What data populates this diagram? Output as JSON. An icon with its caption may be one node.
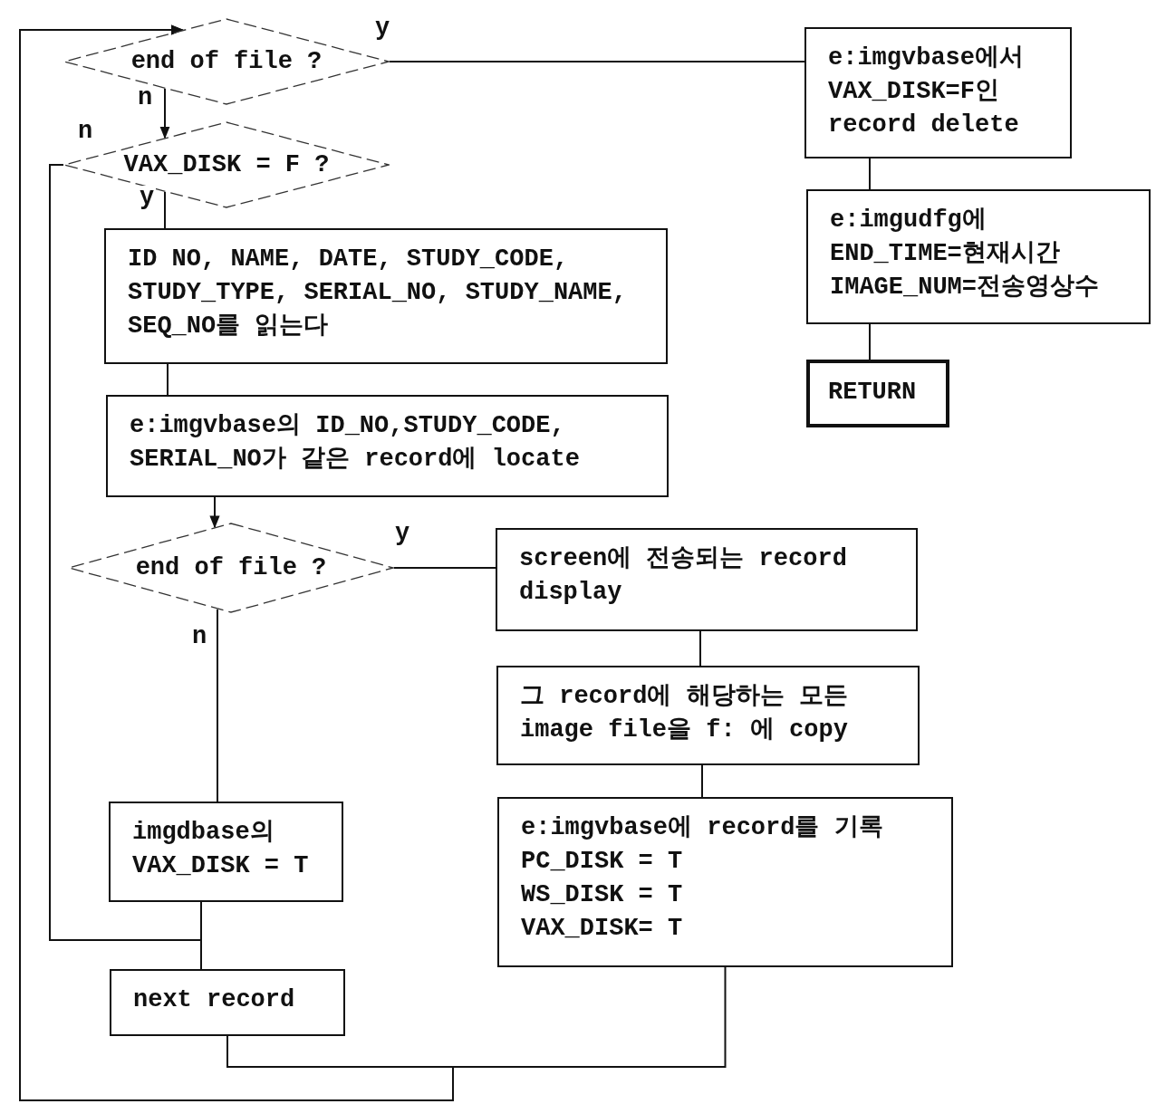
{
  "diagram": {
    "nodes": [
      {
        "text": [
          "end of file ?"
        ]
      },
      {
        "text": [
          "VAX_DISK = F ?"
        ]
      },
      {
        "text": [
          "ID NO, NAME, DATE, STUDY_CODE, STUDY_TYPE, SERIAL_NO, STUDY_NAME, SEQ_NO를 읽는다"
        ]
      },
      {
        "text": [
          "e:imgvbase의 ID_NO,STUDY_CODE, SERIAL_NO가 같은 record에 locate"
        ]
      },
      {
        "text": [
          "end of file ?"
        ]
      },
      {
        "text": [
          "imgdbase의 VAX_DISK = T"
        ]
      },
      {
        "text": [
          "next record"
        ]
      },
      {
        "text": [
          "e:imgvbase에서 VAX_DISK=F인 record delete"
        ]
      },
      {
        "text": [
          "e:imgudfg에",
          "END_TIME=현재시간",
          "IMAGE_NUM=전송영상수"
        ]
      },
      {
        "text": [
          "RETURN"
        ]
      },
      {
        "text": [
          "screen에 전송되는 record display"
        ]
      },
      {
        "text": [
          "그 record에 해당하는 모든 image file을 f: 에 copy"
        ]
      },
      {
        "text": [
          "e:imgvbase에 record를 기록",
          "PC_DISK = T",
          "WS_DISK = T",
          "VAX_DISK= T"
        ]
      }
    ],
    "edges": [
      {
        "from": 0,
        "to": 1,
        "arrow": "to",
        "label": "n"
      },
      {
        "from": 0,
        "to": 7,
        "arrow": "none",
        "label": "y"
      },
      {
        "from": 1,
        "to": 2,
        "arrow": "none",
        "label": "y"
      },
      {
        "from": 2,
        "to": 3,
        "arrow": "none"
      },
      {
        "from": 3,
        "to": 4,
        "arrow": "to"
      },
      {
        "from": 4,
        "to": 10,
        "arrow": "none",
        "label": "y"
      },
      {
        "from": 4,
        "to": 5,
        "arrow": "none",
        "label": "n"
      },
      {
        "from": 5,
        "to": 6,
        "arrow": "none"
      },
      {
        "from": 1,
        "to": 6,
        "arrow": "none",
        "label": "n"
      },
      {
        "from": 10,
        "to": 11,
        "arrow": "none"
      },
      {
        "from": 11,
        "to": 12,
        "arrow": "none"
      },
      {
        "from": 6,
        "to": 0,
        "arrow": "to"
      },
      {
        "from": 12,
        "to": 0,
        "arrow": "to"
      },
      {
        "from": 7,
        "to": 8,
        "arrow": "none"
      },
      {
        "from": 8,
        "to": 9,
        "arrow": "none"
      }
    ]
  }
}
